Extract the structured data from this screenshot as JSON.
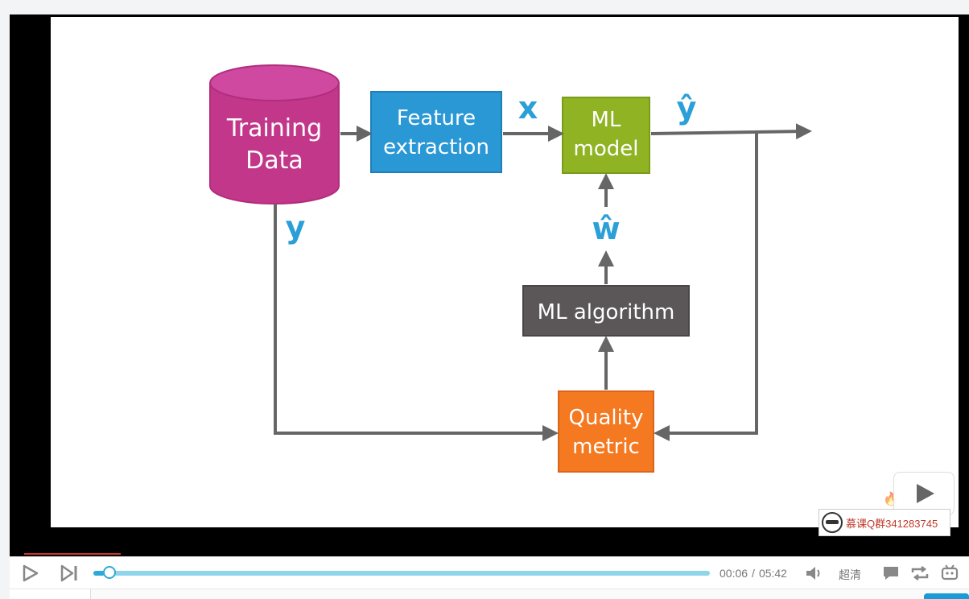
{
  "diagram": {
    "training_data": [
      "Training",
      "Data"
    ],
    "feature_extraction": [
      "Feature",
      "extraction"
    ],
    "ml_model": [
      "ML",
      "model"
    ],
    "ml_algorithm": "ML algorithm",
    "quality_metric": [
      "Quality",
      "metric"
    ],
    "var_x": "x",
    "var_yhat": "ŷ",
    "var_y": "y",
    "var_what": "ŵ",
    "colors": {
      "training_data": "#c2378a",
      "feature_extraction": "#2b98d6",
      "ml_model": "#8fb323",
      "ml_algorithm": "#5b5657",
      "quality_metric": "#f47920",
      "arrow": "#666666",
      "variable": "#2a9fd8"
    }
  },
  "watermark": {
    "text": "慕课Q群341283745"
  },
  "controls": {
    "current_time": "00:06",
    "separator": "/",
    "total_time": "05:42",
    "quality": "超清",
    "progress_fraction": 0.018,
    "icons": [
      "play-icon",
      "next-icon",
      "volume-icon",
      "comment-icon",
      "loop-icon",
      "bilibili-tv-icon"
    ]
  }
}
